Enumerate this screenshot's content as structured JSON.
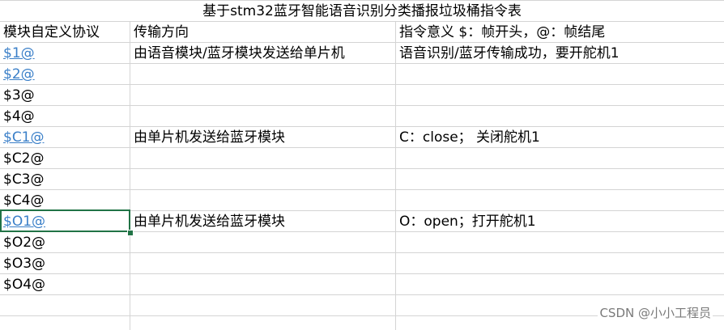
{
  "title": "基于stm32蓝牙智能语音识别分类播报垃圾桶指令表",
  "headers": [
    "模块自定义协议",
    "传输方向",
    "指令意义  $：帧开头，@：帧结尾"
  ],
  "rows": [
    {
      "code": "$1@",
      "link": true,
      "direction": "由语音模块/蓝牙模块发送给单片机",
      "meaning": "语音识别/蓝牙传输成功，要开舵机1"
    },
    {
      "code": "$2@",
      "link": true,
      "direction": "",
      "meaning": ""
    },
    {
      "code": "$3@",
      "link": false,
      "direction": "",
      "meaning": ""
    },
    {
      "code": "$4@",
      "link": false,
      "direction": "",
      "meaning": ""
    },
    {
      "code": "$C1@",
      "link": true,
      "direction": "由单片机发送给蓝牙模块",
      "meaning": "C：close； 关闭舵机1"
    },
    {
      "code": "$C2@",
      "link": false,
      "direction": "",
      "meaning": ""
    },
    {
      "code": "$C3@",
      "link": false,
      "direction": "",
      "meaning": ""
    },
    {
      "code": "$C4@",
      "link": false,
      "direction": "",
      "meaning": ""
    },
    {
      "code": "$O1@",
      "link": true,
      "direction": "由单片机发送给蓝牙模块",
      "meaning": "O：open；打开舵机1"
    },
    {
      "code": "$O2@",
      "link": false,
      "direction": "",
      "meaning": ""
    },
    {
      "code": "$O3@",
      "link": false,
      "direction": "",
      "meaning": ""
    },
    {
      "code": "$O4@",
      "link": false,
      "direction": "",
      "meaning": ""
    }
  ],
  "selected_cell": "$O1@",
  "watermark": "CSDN @小小工程员",
  "colors": {
    "link": "#3a7fc8",
    "selection": "#217346",
    "gridline": "#d4d4d4"
  }
}
